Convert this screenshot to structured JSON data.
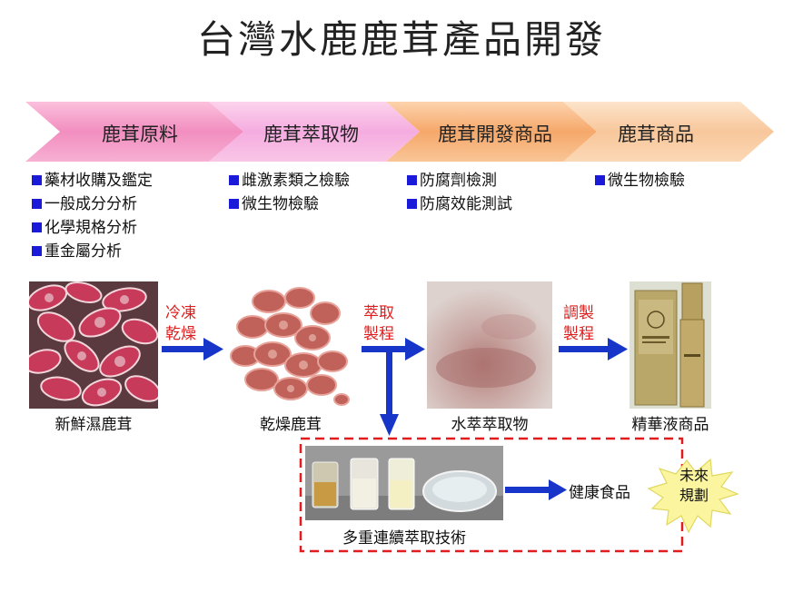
{
  "title": "台灣水鹿鹿茸產品開發",
  "stages": [
    {
      "label": "鹿茸原料",
      "color": "#f59ac6",
      "tasks": [
        "藥材收購及鑑定",
        "一般成分分析",
        "化學規格分析",
        "重金屬分析"
      ]
    },
    {
      "label": "鹿茸萃取物",
      "color": "#f7b3dc",
      "tasks": [
        "雌激素類之檢驗",
        "微生物檢驗"
      ]
    },
    {
      "label": "鹿茸開發商品",
      "color": "#f7b57e",
      "tasks": [
        "防腐劑檢測",
        "防腐效能測試"
      ]
    },
    {
      "label": "鹿茸商品",
      "color": "#f9cfa4",
      "tasks": [
        "微生物檢驗"
      ]
    }
  ],
  "products": [
    {
      "caption": "新鮮濕鹿茸"
    },
    {
      "caption": "乾燥鹿茸"
    },
    {
      "caption": "水萃萃取物"
    },
    {
      "caption": "精華液商品"
    }
  ],
  "processes": [
    {
      "line1": "冷凍",
      "line2": "乾燥"
    },
    {
      "line1": "萃取",
      "line2": "製程"
    },
    {
      "line1": "調製",
      "line2": "製程"
    }
  ],
  "future": {
    "tech_caption": "多重連續萃取技術",
    "product": "健康食品",
    "burst_line1": "未來",
    "burst_line2": "規劃"
  },
  "colors": {
    "arrow": "#1736c9",
    "process_text": "#e01c1c",
    "dashed_border": "#e01c1c",
    "bullet": "#1a1ad8",
    "burst": "#fbf5a0"
  }
}
